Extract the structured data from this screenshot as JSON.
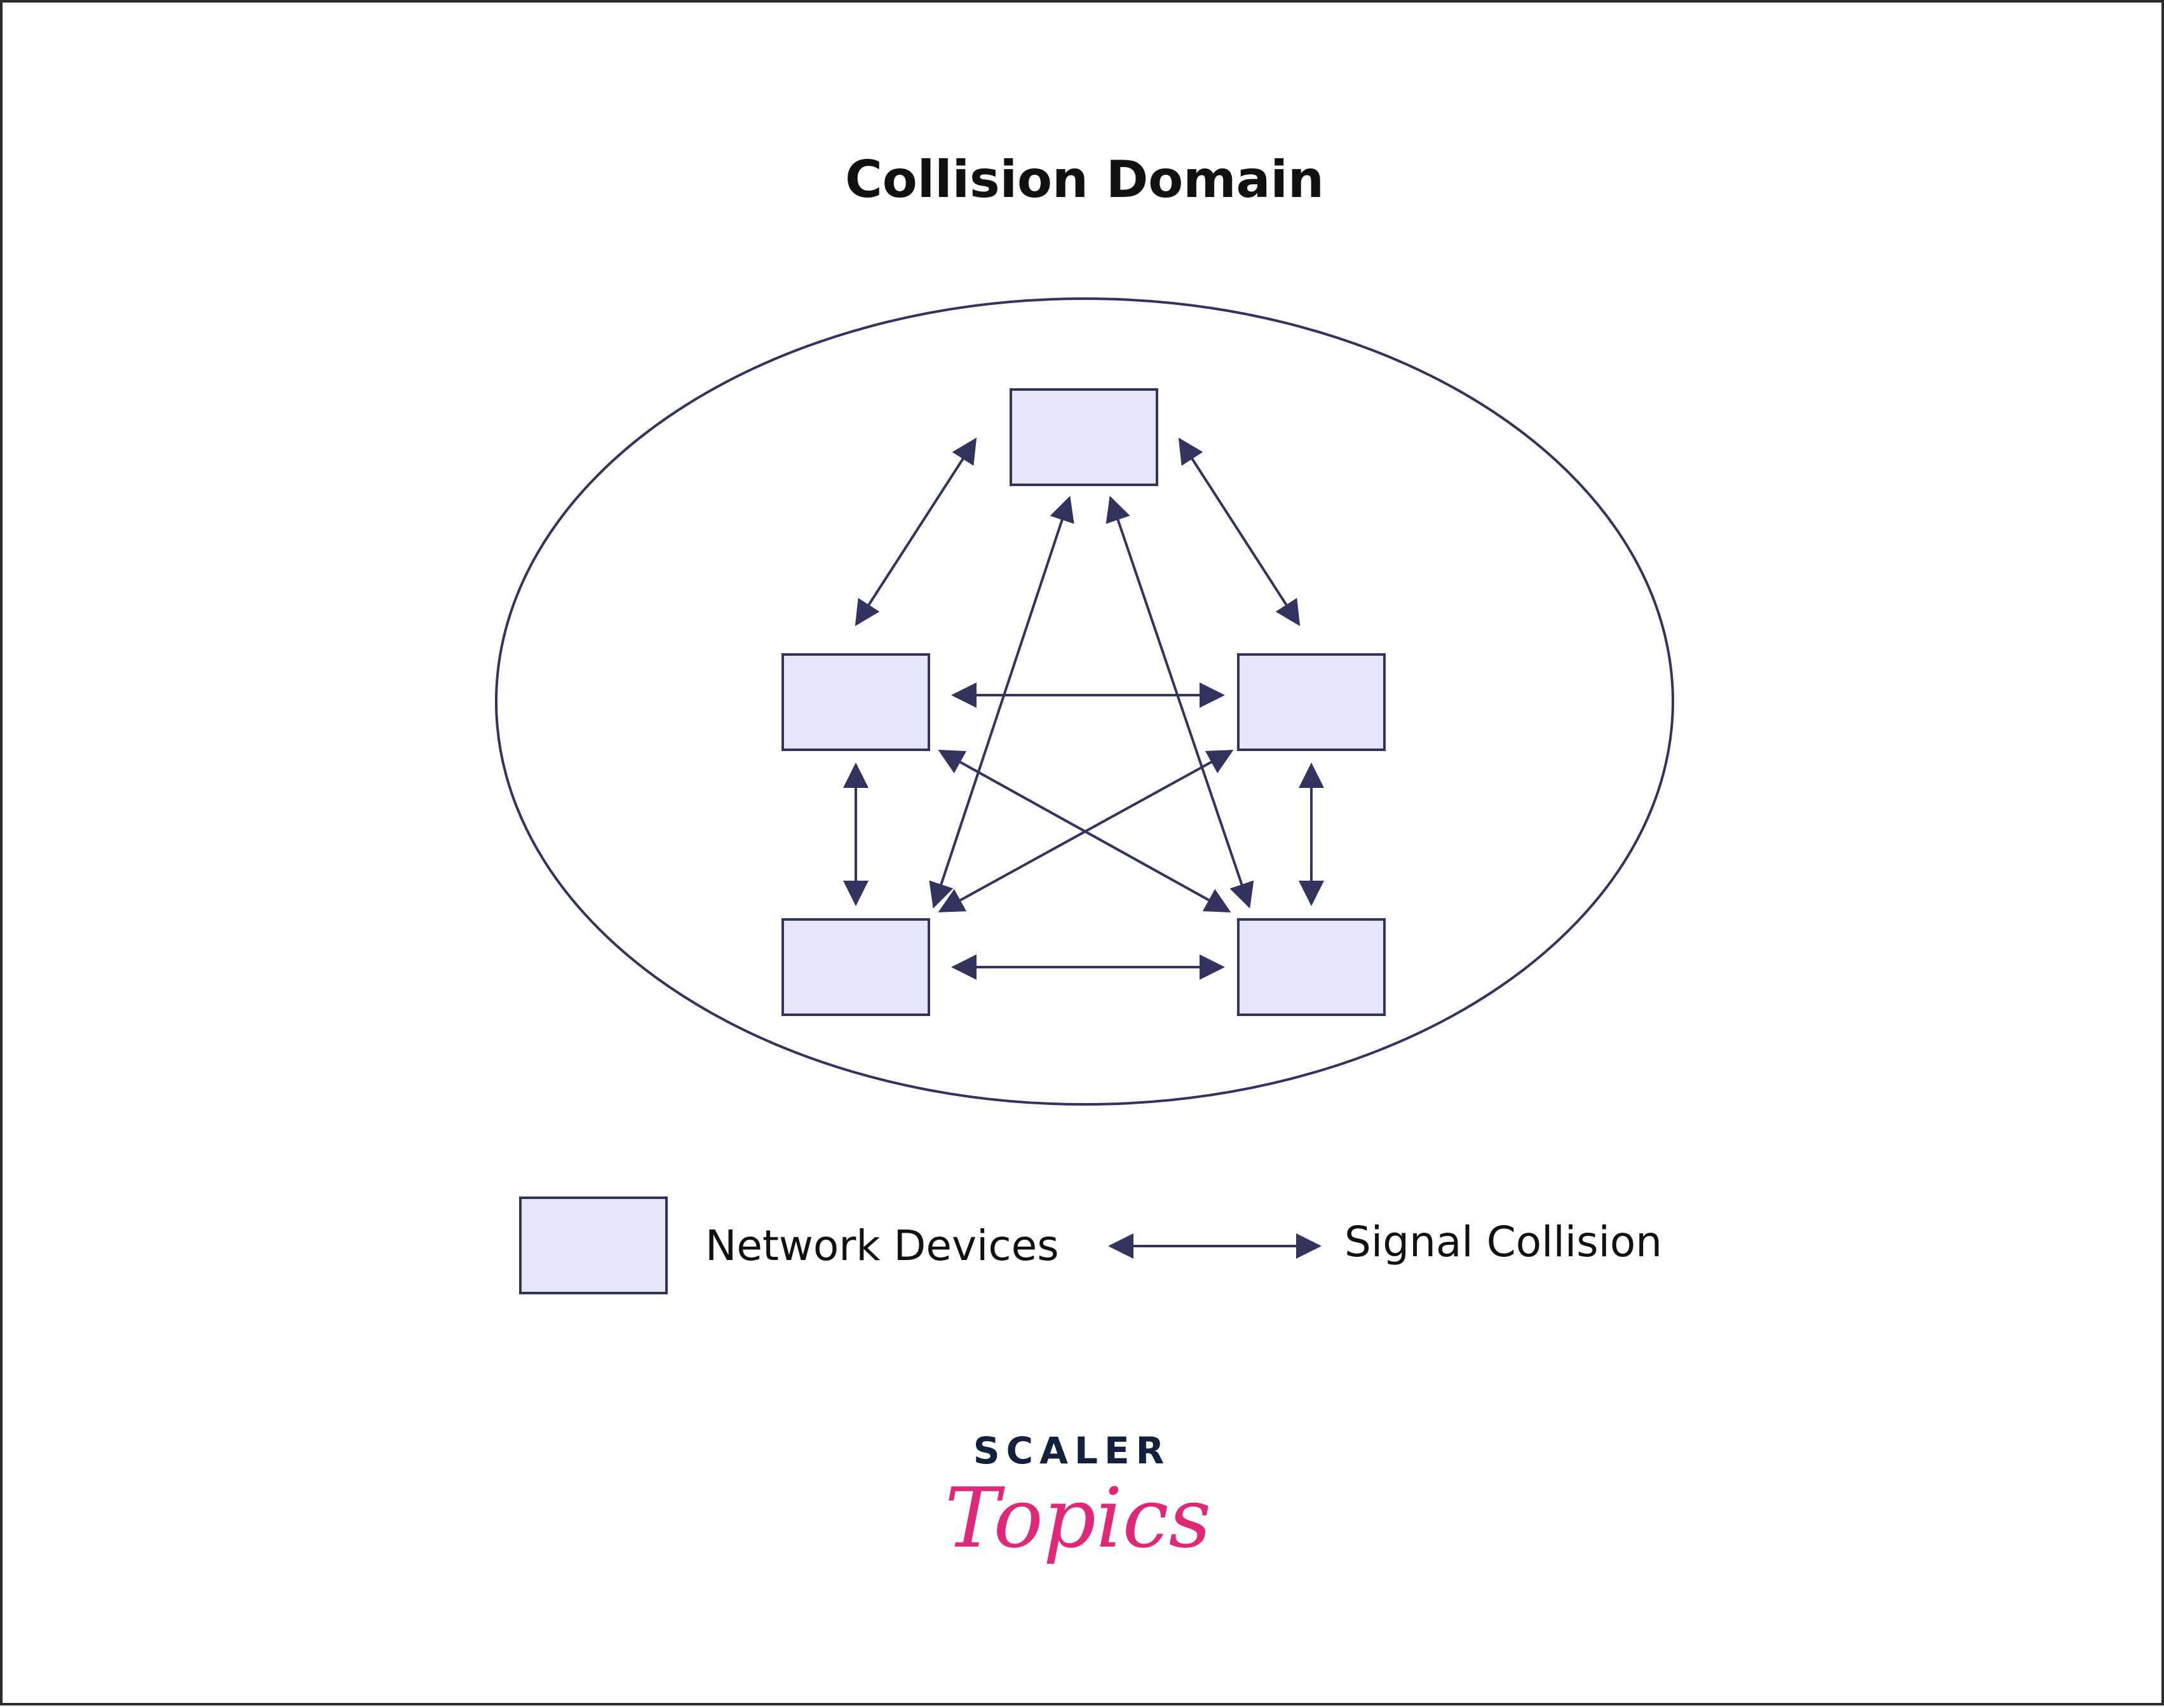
{
  "title": "Collision Domain",
  "legend": {
    "devices_label": "Network Devices",
    "collision_label": "Signal Collision"
  },
  "logo": {
    "top_text": "SCALER",
    "bottom_text": "Topics"
  },
  "colors": {
    "stroke": "#33335f",
    "device_fill": "#e6e6fa",
    "logo_dark": "#14213d",
    "logo_accent": "#e0287a"
  },
  "icons": {
    "device": "rectangle",
    "collision": "double-headed-arrow"
  }
}
